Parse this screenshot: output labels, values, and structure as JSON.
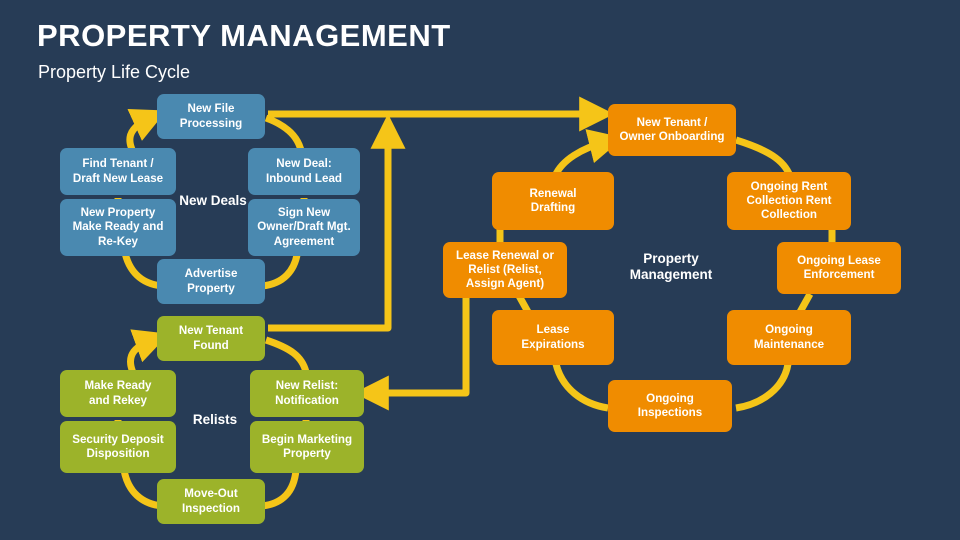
{
  "header": {
    "title": "PROPERTY MANAGEMENT",
    "subtitle": "Property Life Cycle"
  },
  "colors": {
    "background": "#273c56",
    "blue": "#4a89b0",
    "green": "#9cb32a",
    "orange": "#f08c00",
    "connector": "#f5c518",
    "text": "#ffffff"
  },
  "clusters": [
    {
      "id": "new-deals",
      "hub_label": "New Deals",
      "color": "blue",
      "nodes": [
        {
          "id": "new-file-processing",
          "label": "New File\nProcessing"
        },
        {
          "id": "new-deal-inbound-lead",
          "label": "New Deal:\nInbound Lead"
        },
        {
          "id": "sign-new-owner-draft-mgt-agreement",
          "label": "Sign New\nOwner/Draft Mgt.\nAgreement"
        },
        {
          "id": "advertise-property",
          "label": "Advertise\nProperty"
        },
        {
          "id": "new-property-make-ready-and-re-key",
          "label": "New Property\nMake Ready and\nRe-Key"
        },
        {
          "id": "find-tenant-draft-new-lease",
          "label": "Find Tenant /\nDraft New Lease"
        }
      ]
    },
    {
      "id": "relists",
      "hub_label": "Relists",
      "color": "green",
      "nodes": [
        {
          "id": "new-tenant-found",
          "label": "New Tenant\nFound"
        },
        {
          "id": "new-relist-notification",
          "label": "New Relist:\nNotification"
        },
        {
          "id": "begin-marketing-property",
          "label": "Begin Marketing\nProperty"
        },
        {
          "id": "move-out-inspection",
          "label": "Move-Out\nInspection"
        },
        {
          "id": "security-deposit-disposition",
          "label": "Security Deposit\nDisposition"
        },
        {
          "id": "make-ready-and-rekey",
          "label": "Make Ready\nand Rekey"
        }
      ]
    },
    {
      "id": "property-management",
      "hub_label": "Property\nManagement",
      "color": "orange",
      "nodes": [
        {
          "id": "new-tenant-owner-onboarding",
          "label": "New Tenant /\nOwner Onboarding"
        },
        {
          "id": "ongoing-rent-collection",
          "label": "Ongoing Rent\nCollection Rent\nCollection"
        },
        {
          "id": "ongoing-lease-enforcement",
          "label": "Ongoing Lease\nEnforcement"
        },
        {
          "id": "ongoing-maintenance",
          "label": "Ongoing\nMaintenance"
        },
        {
          "id": "ongoing-inspections",
          "label": "Ongoing\nInspections"
        },
        {
          "id": "lease-expirations",
          "label": "Lease\nExpirations"
        },
        {
          "id": "lease-renewal-or-relist",
          "label": "Lease Renewal or\nRelist (Relist,\nAssign Agent)"
        },
        {
          "id": "renewal-drafting",
          "label": "Renewal\nDrafting"
        }
      ]
    }
  ],
  "connections": [
    {
      "from": "new-file-processing",
      "to": "new-tenant-owner-onboarding"
    },
    {
      "from": "new-tenant-found",
      "to": "new-file-processing"
    },
    {
      "from": "new-tenant-found",
      "to": "new-tenant-owner-onboarding"
    },
    {
      "from": "lease-renewal-or-relist",
      "to": "new-relist-notification"
    }
  ]
}
